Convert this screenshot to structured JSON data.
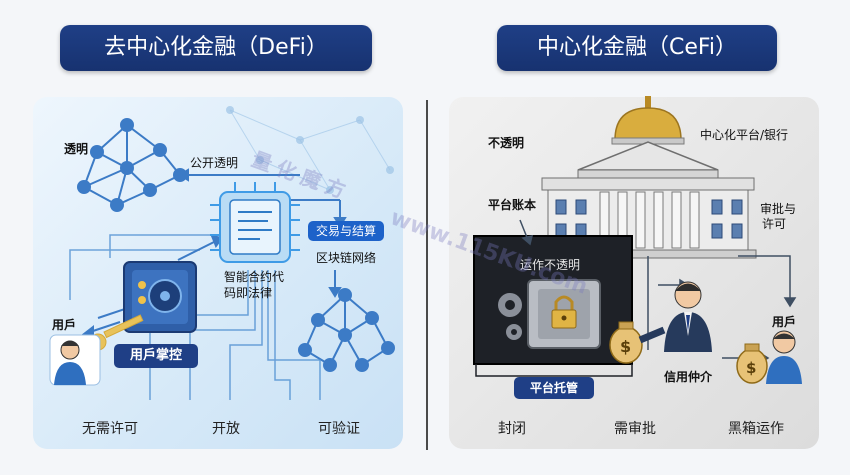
{
  "defi": {
    "title": "去中心化金融（DeFi）",
    "transparent": "透明",
    "public_transparent": "公开透明",
    "trade_settle": "交易与结算",
    "blockchain": "区块链网络",
    "smart_contract_1": "智能合约代",
    "smart_contract_2": "码即法律",
    "user": "用戶",
    "user_control": "用戶掌控",
    "bottom": [
      "无需许可",
      "开放",
      "可验证"
    ]
  },
  "cefi": {
    "title": "中心化金融（CeFi）",
    "opaque": "不透明",
    "platform_bank": "中心化平台/银行",
    "ledger": "平台账本",
    "approve_1": "审批与",
    "approve_2": "许可",
    "op_opaque": "运作不透明",
    "user": "用戶",
    "custody": "平台托管",
    "intermediary": "信用仲介",
    "bottom": [
      "封闭",
      "需审批",
      "黑箱运作"
    ]
  },
  "watermark": {
    "chars": "量化魔方",
    "site": "www.115KU.com"
  },
  "colors": {
    "navy": "#1f3f86",
    "node": "#3c7bc6",
    "gold": "#d4a93a"
  }
}
